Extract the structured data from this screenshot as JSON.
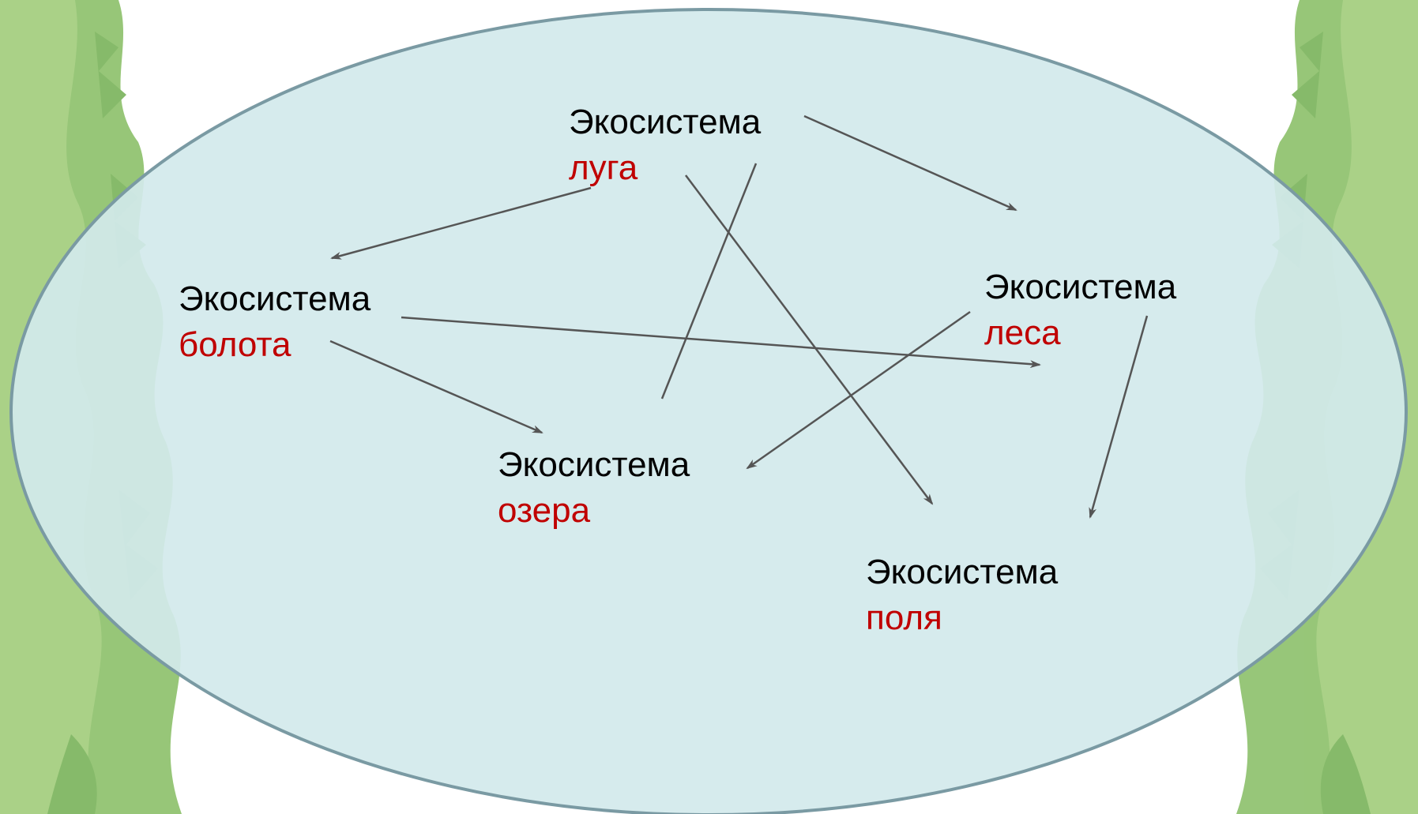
{
  "colors": {
    "ellipse_fill": "#d2e9ec",
    "ellipse_stroke": "#7a9aa3",
    "foliage": "#8cc06a",
    "arrow": "#555555",
    "label_primary": "#000000",
    "label_secondary": "#c00000"
  },
  "nodes": {
    "luga": {
      "line1": "Экосистема",
      "line2": "луга"
    },
    "boloto": {
      "line1": "Экосистема",
      "line2": "болота"
    },
    "les": {
      "line1": "Экосистема",
      "line2": "леса"
    },
    "ozero": {
      "line1": "Экосистема",
      "line2": "озера"
    },
    "pole": {
      "line1": "Экосистема",
      "line2": "поля"
    }
  },
  "edges": [
    {
      "from": "luga",
      "to": "boloto",
      "arrow": true
    },
    {
      "from": "luga",
      "to": "les",
      "arrow": true
    },
    {
      "from": "luga",
      "to": "pole",
      "arrow": true
    },
    {
      "from": "boloto",
      "to": "les",
      "arrow": true
    },
    {
      "from": "boloto",
      "to": "ozero",
      "arrow": true
    },
    {
      "from": "les",
      "to": "ozero",
      "arrow": true
    },
    {
      "from": "les",
      "to": "pole",
      "arrow": true
    },
    {
      "from": "ozero",
      "to": "luga",
      "arrow": false
    }
  ]
}
